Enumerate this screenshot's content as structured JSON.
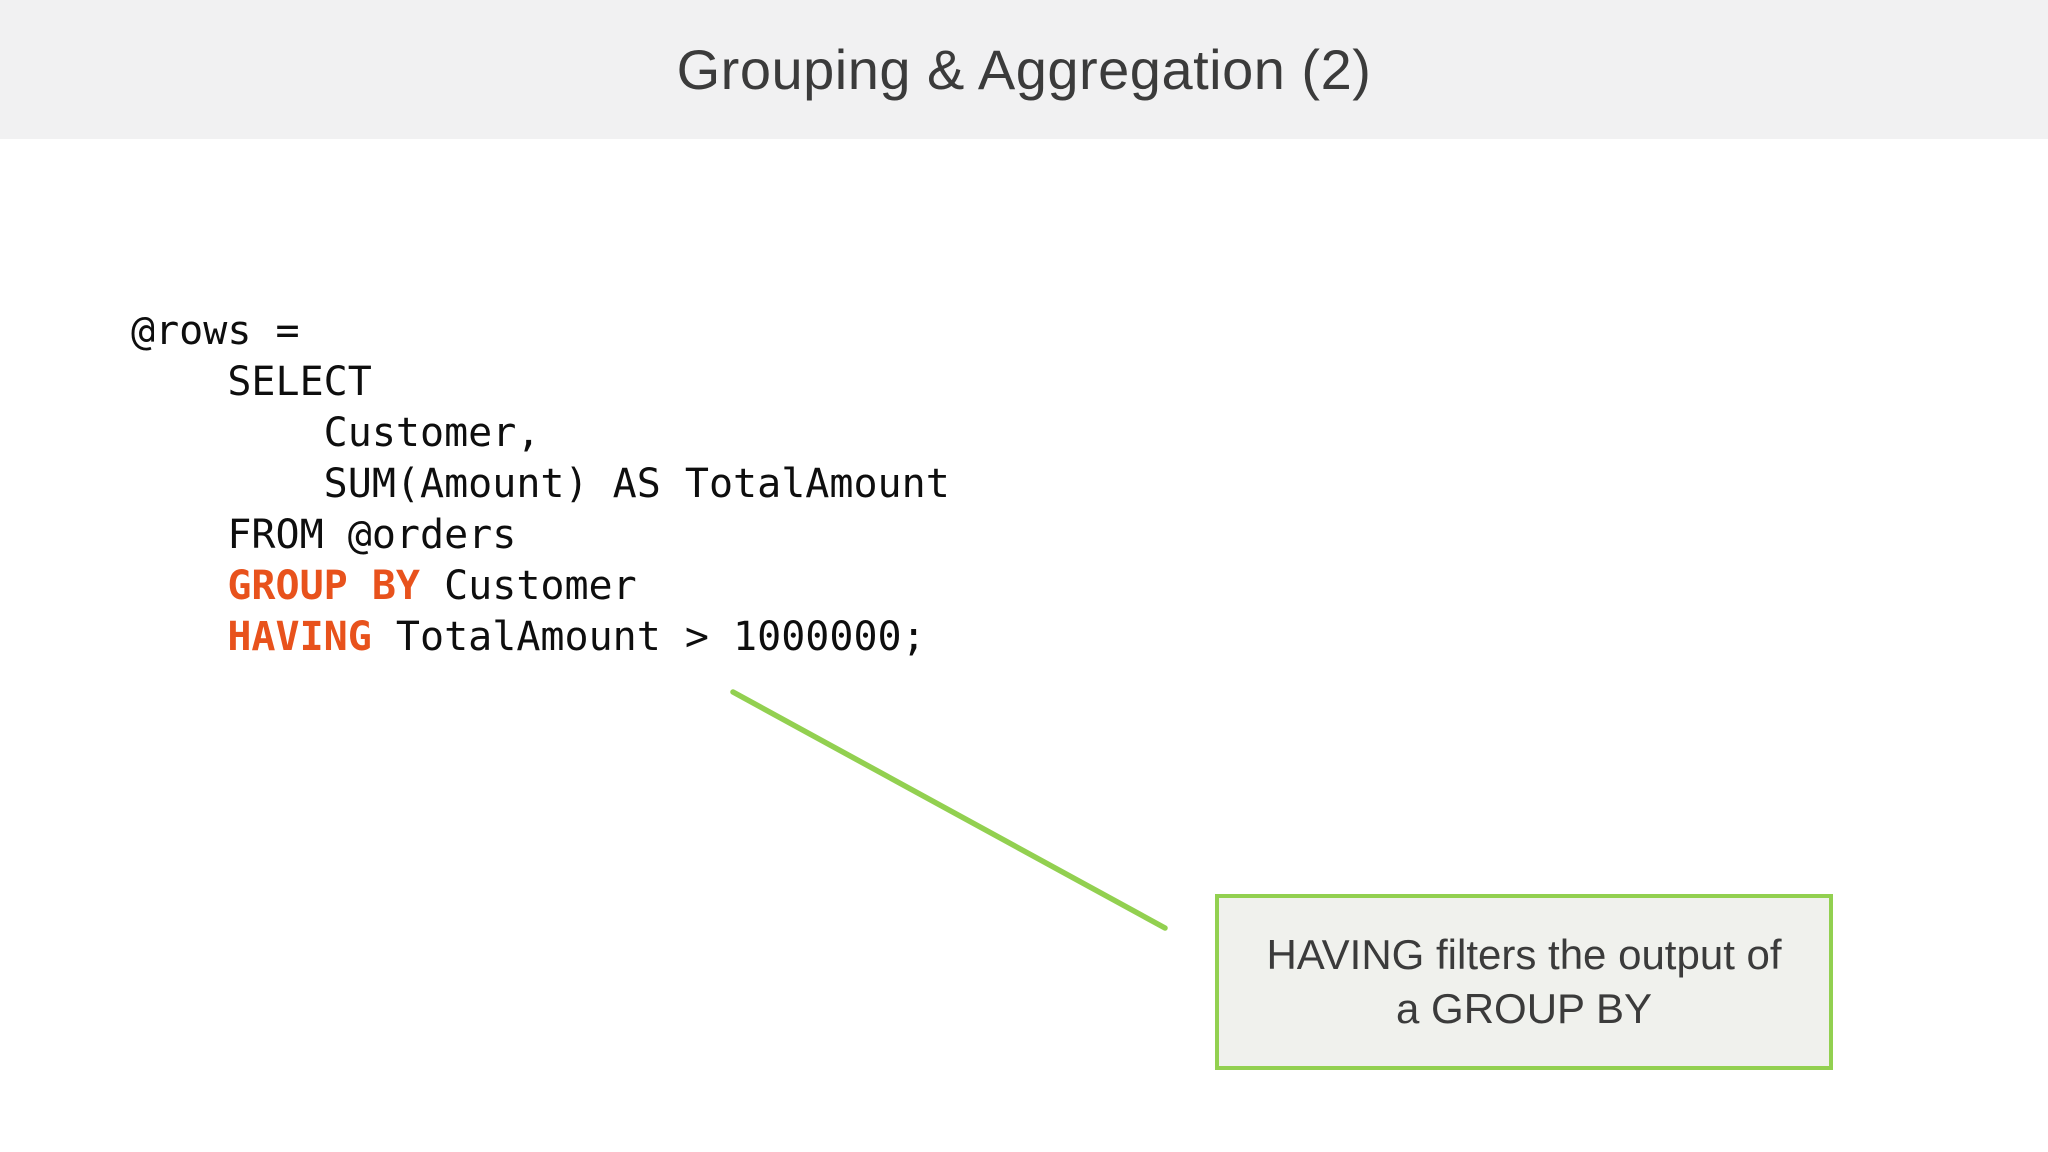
{
  "header": {
    "title": "Grouping & Aggregation (2)"
  },
  "code": {
    "lines": [
      {
        "segments": [
          {
            "text": "@rows =",
            "style": "plain"
          }
        ]
      },
      {
        "segments": [
          {
            "text": "    SELECT",
            "style": "plain"
          }
        ]
      },
      {
        "segments": [
          {
            "text": "        Customer,",
            "style": "plain"
          }
        ]
      },
      {
        "segments": [
          {
            "text": "        SUM(Amount) AS TotalAmount",
            "style": "plain"
          }
        ]
      },
      {
        "segments": [
          {
            "text": "    FROM @orders",
            "style": "plain"
          }
        ]
      },
      {
        "segments": [
          {
            "text": "    ",
            "style": "plain"
          },
          {
            "text": "GROUP BY",
            "style": "keyword"
          },
          {
            "text": " Customer",
            "style": "plain"
          }
        ]
      },
      {
        "segments": [
          {
            "text": "    ",
            "style": "plain"
          },
          {
            "text": "HAVING",
            "style": "keyword"
          },
          {
            "text": " TotalAmount > 1000000;",
            "style": "plain"
          }
        ]
      }
    ]
  },
  "callout": {
    "line1": "HAVING filters the output of",
    "line2": "a GROUP BY"
  },
  "colors": {
    "keyword_orange": "#E8521C",
    "accent_green": "#92D050",
    "header_bg": "#F1F1F2",
    "callout_bg": "#F0F1ED",
    "title_text": "#3B3B3B",
    "code_text": "#0E0E0E"
  }
}
